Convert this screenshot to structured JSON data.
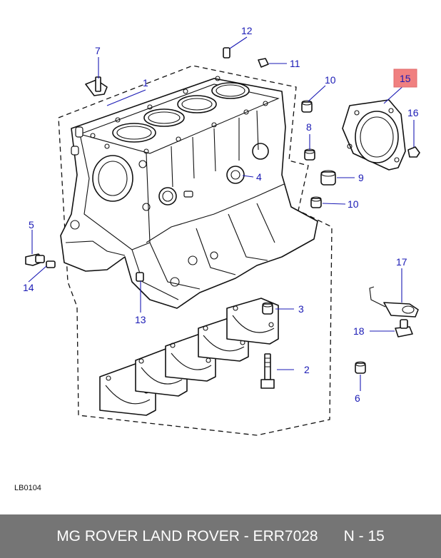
{
  "callouts": [
    {
      "id": "1",
      "text": "1"
    },
    {
      "id": "2",
      "text": "2"
    },
    {
      "id": "3",
      "text": "3"
    },
    {
      "id": "4",
      "text": "4"
    },
    {
      "id": "5",
      "text": "5"
    },
    {
      "id": "6",
      "text": "6"
    },
    {
      "id": "7",
      "text": "7"
    },
    {
      "id": "8",
      "text": "8"
    },
    {
      "id": "9",
      "text": "9"
    },
    {
      "id": "10a",
      "text": "10"
    },
    {
      "id": "10b",
      "text": "10"
    },
    {
      "id": "11",
      "text": "11"
    },
    {
      "id": "12",
      "text": "12"
    },
    {
      "id": "13",
      "text": "13"
    },
    {
      "id": "14",
      "text": "14"
    },
    {
      "id": "15",
      "text": "15"
    },
    {
      "id": "16",
      "text": "16"
    },
    {
      "id": "17",
      "text": "17"
    },
    {
      "id": "18",
      "text": "18"
    }
  ],
  "highlighted_part": "15",
  "drawing_code": "LB0104",
  "footer": {
    "brand": "MG ROVER LAND ROVER - ERR7028",
    "page": "N - 15"
  },
  "colors": {
    "callout": "#1a1ab5",
    "highlight": "#f08080",
    "footer_bg": "#757575",
    "footer_text": "#ffffff"
  }
}
